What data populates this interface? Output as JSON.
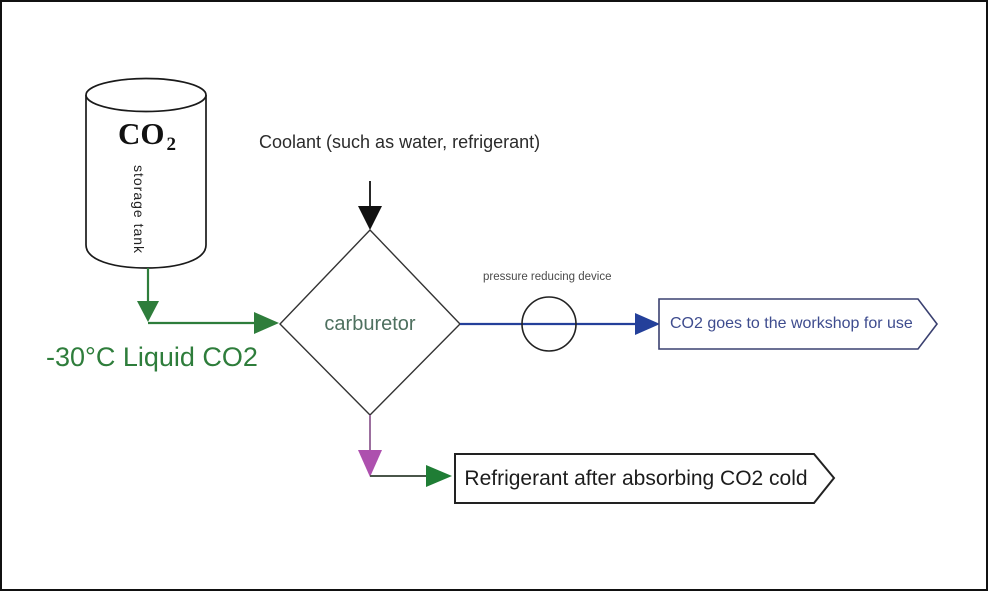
{
  "diagram": {
    "tank": {
      "main": "CO",
      "sub": "2",
      "side": "storage tank"
    },
    "labels": {
      "coolant": "Coolant (such as water, refrigerant)",
      "liquid_co2": "-30°C Liquid CO2",
      "carburetor": "carburetor",
      "pressure_device": "pressure reducing device"
    },
    "banners": {
      "workshop": "CO2 goes to the workshop for use",
      "refrigerant": "Refrigerant after absorbing CO2 cold"
    },
    "colors": {
      "flow_green": "#2e7d3b",
      "liquid_text_green": "#2e7d3b",
      "flow_blue": "#24409a",
      "workshop_text_navy": "#3e4c8e",
      "flow_purple": "#ad50ae",
      "carburetor_text": "#4e705f",
      "outline_black": "#1a1a1a"
    }
  }
}
